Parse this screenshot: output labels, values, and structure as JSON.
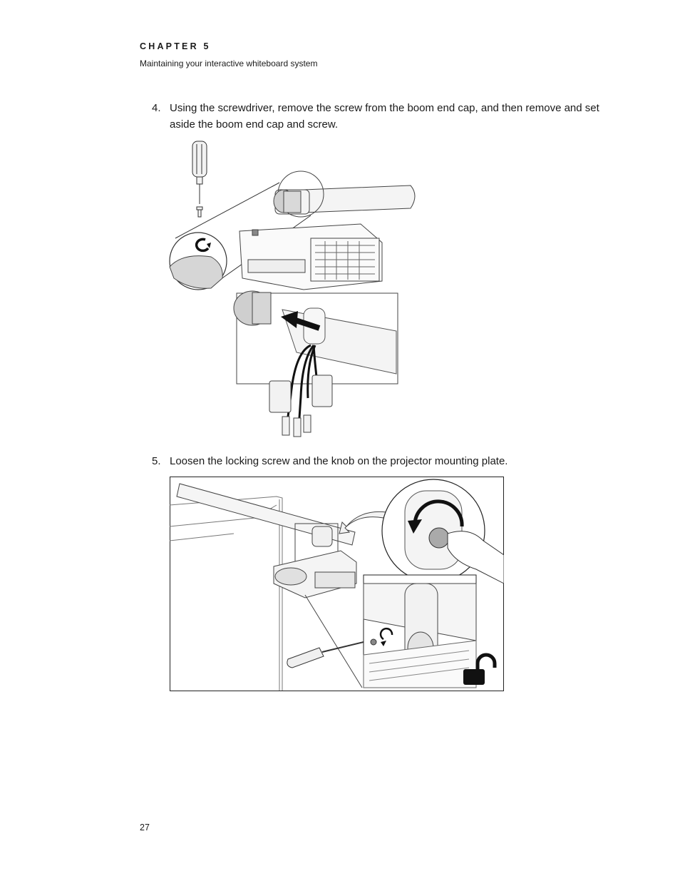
{
  "header": {
    "chapter": "CHAPTER 5",
    "subtitle": "Maintaining your interactive whiteboard system"
  },
  "steps": [
    {
      "number": "4.",
      "text": "Using the screwdriver, remove the screw from the boom end cap, and then remove and set aside the boom end cap and screw."
    },
    {
      "number": "5.",
      "text": "Loosen the locking screw and the knob on the projector mounting plate."
    }
  ],
  "figures": [
    {
      "name": "remove-boom-end-cap-illustration"
    },
    {
      "name": "loosen-mounting-plate-illustration"
    }
  ],
  "footer": {
    "page_number": "27"
  }
}
